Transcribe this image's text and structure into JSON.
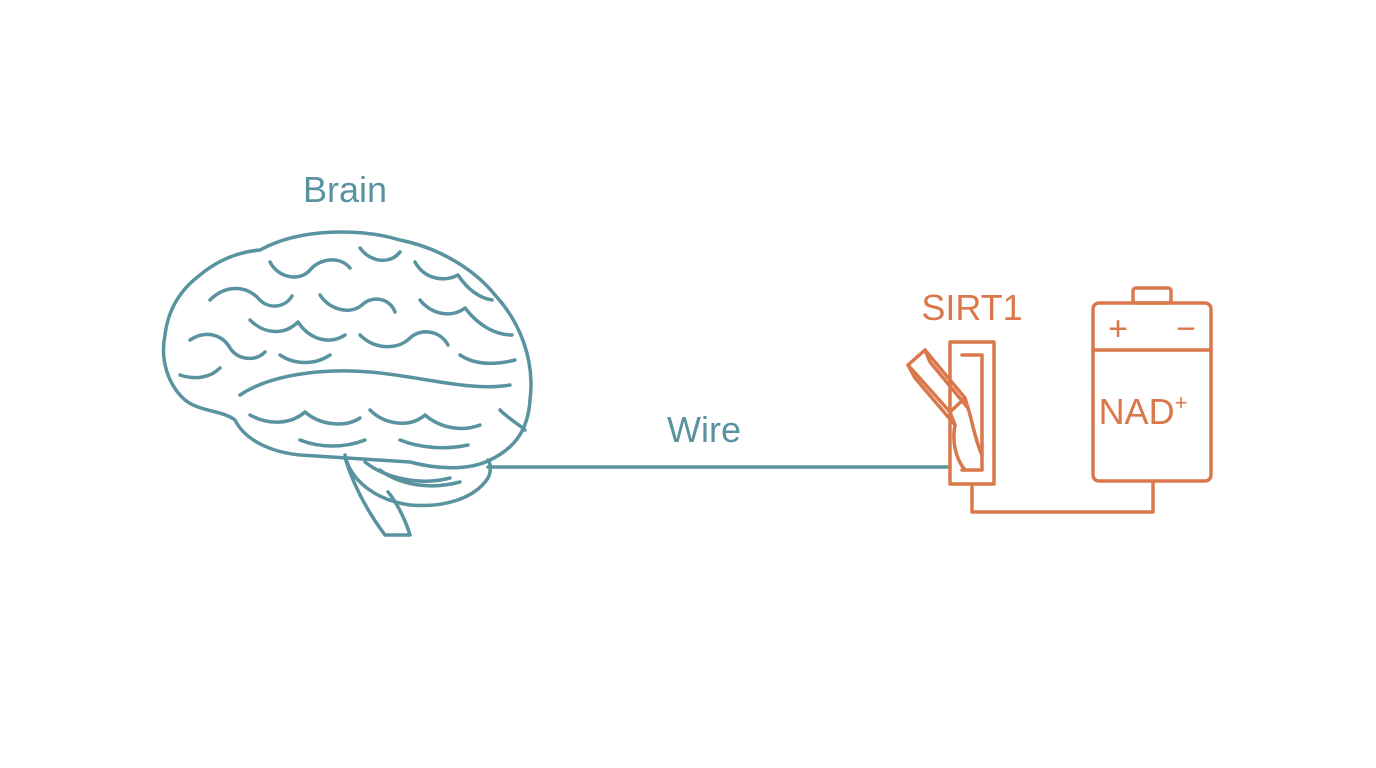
{
  "colors": {
    "brain": "#5a93a0",
    "circuit": "#d9784a",
    "background": "#ffffff"
  },
  "labels": {
    "brain": "Brain",
    "wire": "Wire",
    "switch": "SIRT1",
    "battery": "NAD",
    "battery_superscript": "+"
  },
  "battery": {
    "plus_symbol": "+",
    "minus_symbol": "−"
  },
  "icons": {
    "brain": "brain-icon",
    "switch": "knife-switch-icon",
    "battery": "battery-icon"
  }
}
